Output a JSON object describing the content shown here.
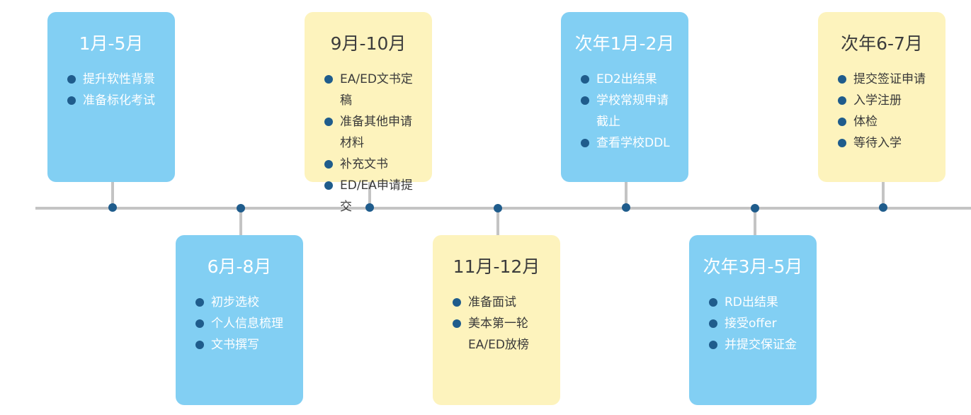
{
  "stages": [
    {
      "title": "1月-5月",
      "items": [
        "提升软性背景",
        "准备标化考试"
      ]
    },
    {
      "title": "6月-8月",
      "items": [
        "初步选校",
        "个人信息梳理",
        "文书撰写"
      ]
    },
    {
      "title": "9月-10月",
      "items": [
        "EA/ED文书定稿",
        "准备其他申请材料",
        "补充文书",
        "ED/EA申请提交"
      ]
    },
    {
      "title": "11月-12月",
      "items": [
        "准备面试",
        "美本第一轮EA/ED放榜"
      ]
    },
    {
      "title": "次年1月-2月",
      "items": [
        "ED2出结果",
        "学校常规申请截止",
        "查看学校DDL"
      ]
    },
    {
      "title": "次年3月-5月",
      "items": [
        "RD出结果",
        "接受offer",
        "并提交保证金"
      ]
    },
    {
      "title": "次年6-7月",
      "items": [
        "提交签证申请",
        "入学注册",
        "体检",
        "等待入学"
      ]
    }
  ],
  "colors": {
    "blue_card": "#82cff3",
    "yellow_card": "#fdf3bd",
    "dot": "#1f5c8c",
    "axis": "#c4c4c4"
  }
}
